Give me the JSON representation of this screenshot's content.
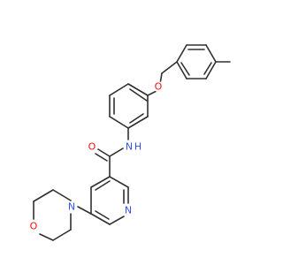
{
  "molecule": {
    "atom_labels": {
      "oxygen_ether": "O",
      "nitrogen_amide": "N",
      "hydrogen_amide": "H",
      "oxygen_carbonyl": "O",
      "nitrogen_pyridine": "N",
      "nitrogen_morpholine": "N",
      "oxygen_morpholine": "O"
    },
    "colors": {
      "bond": "#303030",
      "oxygen": "#ff0d0d",
      "nitrogen": "#3050f8",
      "carbon": "#303030"
    }
  }
}
